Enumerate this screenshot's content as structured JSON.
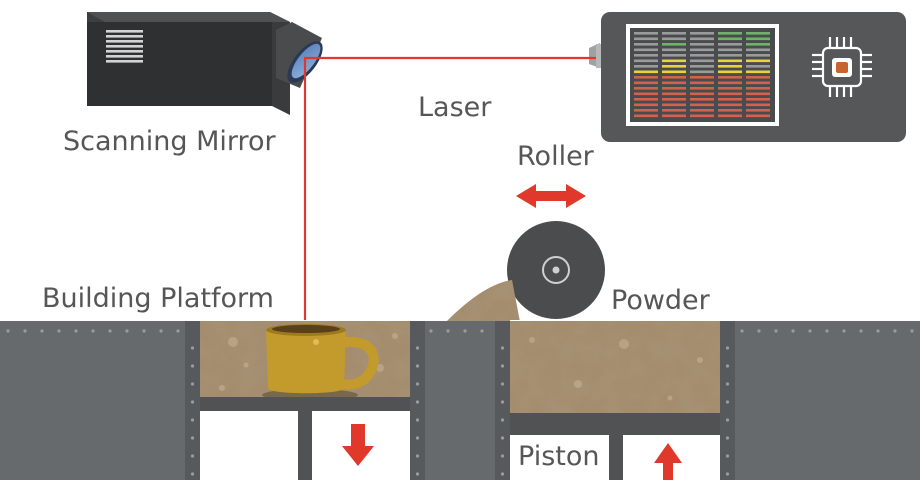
{
  "labels": {
    "scanning_mirror": "Scanning Mirror",
    "laser": "Laser",
    "roller": "Roller",
    "building_platform": "Building Platform",
    "powder": "Powder",
    "piston": "Piston"
  },
  "colors": {
    "laser_beam": "#e0382a",
    "arrow": "#e0382a",
    "steel": "#676a6c",
    "dark_gray": "#505253",
    "powder": "#a38a6a",
    "mug": "#c39a2c",
    "roller": "#4b4c4d",
    "text": "#565656"
  }
}
